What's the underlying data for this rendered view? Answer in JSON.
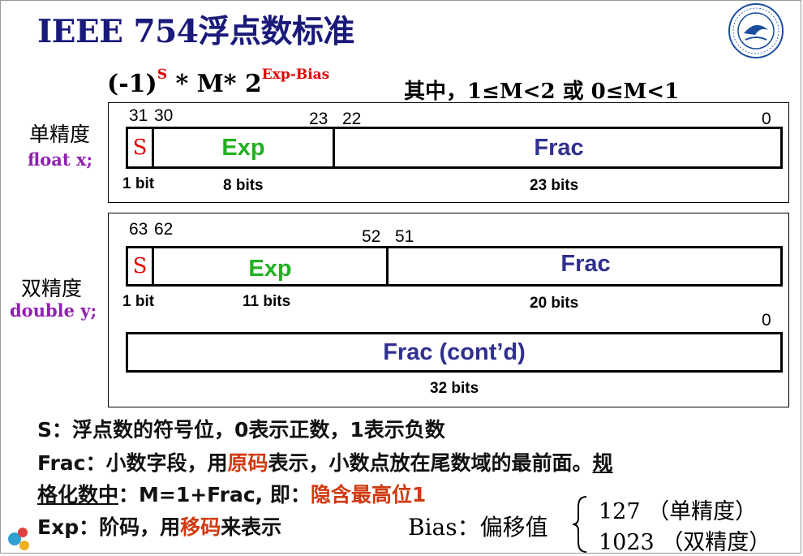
{
  "title": "IEEE 754浮点数标准",
  "formula": {
    "prefix": "(-1)",
    "sign_exp": "S",
    "middle": " * M* 2",
    "exp": "Exp-Bias",
    "where": "其中，1≤M<2 或 0≤M<1"
  },
  "single": {
    "label": "单精度",
    "decl": "float x;",
    "bit_positions": {
      "p31": "31",
      "p30": "30",
      "p23": "23",
      "p22": "22",
      "p0": "0"
    },
    "fields": {
      "s": "S",
      "exp": "Exp",
      "frac": "Frac"
    },
    "widths": {
      "s": "1 bit",
      "exp": "8 bits",
      "frac": "23 bits"
    }
  },
  "double": {
    "label": "双精度",
    "decl": "double y;",
    "bit_positions": {
      "p63": "63",
      "p62": "62",
      "p52": "52",
      "p51": "51",
      "p0": "0"
    },
    "fields": {
      "s": "S",
      "exp": "Exp",
      "frac": "Frac",
      "frac_cont": "Frac (cont’d)"
    },
    "widths": {
      "s": "1 bit",
      "exp": "11 bits",
      "frac": "20 bits",
      "frac_cont": "32 bits"
    }
  },
  "notes": {
    "s_line": "S：浮点数的符号位，0表示正数，1表示负数",
    "frac_a": "Frac：小数字段，用",
    "frac_b": "原码",
    "frac_c": "表示，小数点放在尾数域的最前面。",
    "frac_d": "规",
    "frac2_a": "格化数中",
    "frac2_b": "：M=1+Frac, 即：",
    "frac2_c": "隐含最高位1",
    "exp_a": "Exp：阶码，用",
    "exp_b": "移码",
    "exp_c": "来表示"
  },
  "bias": {
    "label": "Bias：偏移值",
    "single_value": "127",
    "single_note": "（单精度）",
    "double_value": "1023",
    "double_note": "（双精度）"
  }
}
